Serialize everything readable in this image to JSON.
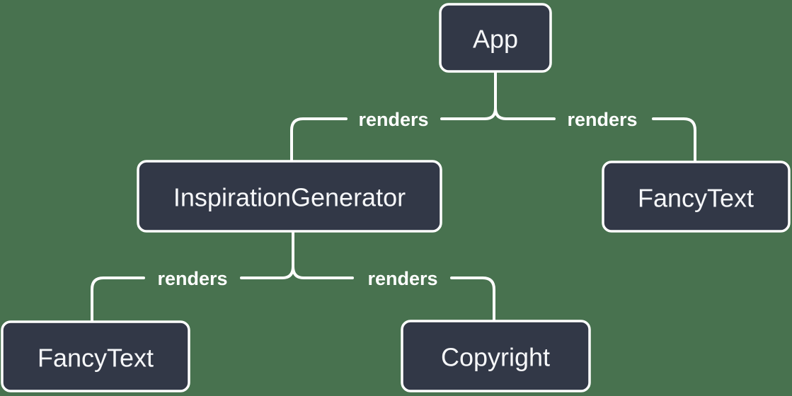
{
  "diagram": {
    "type": "tree",
    "nodes": [
      {
        "id": "app",
        "label": "App"
      },
      {
        "id": "inspiration-generator",
        "label": "InspirationGenerator"
      },
      {
        "id": "fancy-text-right",
        "label": "FancyText"
      },
      {
        "id": "fancy-text-left",
        "label": "FancyText"
      },
      {
        "id": "copyright",
        "label": "Copyright"
      }
    ],
    "edges": [
      {
        "from": "App",
        "to": "InspirationGenerator",
        "label": "renders"
      },
      {
        "from": "App",
        "to": "FancyText",
        "label": "renders"
      },
      {
        "from": "InspirationGenerator",
        "to": "FancyText",
        "label": "renders"
      },
      {
        "from": "InspirationGenerator",
        "to": "Copyright",
        "label": "renders"
      }
    ]
  },
  "colors": {
    "background": "#48724F",
    "node-fill": "#323847",
    "node-text": "#F6F7F9",
    "line": "#FFFFFF"
  }
}
